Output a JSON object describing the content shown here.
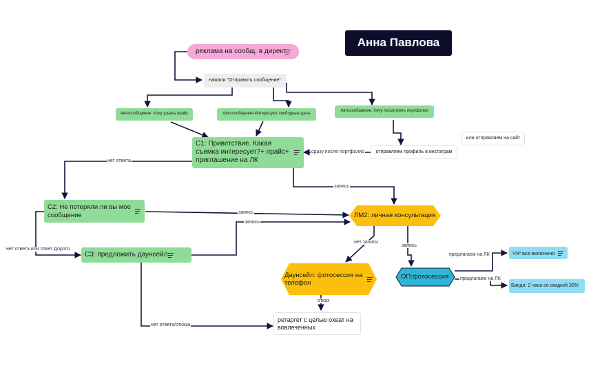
{
  "title": "Анна Павлова",
  "nodes": {
    "ad": "реклама на сообщ. в директ",
    "pressed": "нажали \"Отправить сообщение\"",
    "auto1": "Автосообщение: Хочу узнать прайс",
    "auto2": "Автосообщение:Интересуют свободные даты",
    "auto3": "Автосообщение: Хочу посмотреть портфолио",
    "c1": "С1: Приветствие. Какая съемка интересует?+ прайс+ приглашение на ЛК",
    "insta": "отправляем профиль в инстаграм",
    "site": "или отправляем на сайт",
    "c2": "С2: Не потеряли ли вы мое сообщение",
    "c3": "С3: предложить даунсейл",
    "lm2": "ЛМ2: личная консультация",
    "down": "Даунсейл: фотосессия на телефон",
    "op": "ОП:фотосессия",
    "vip": "VIP все включено",
    "bundle": "Бандл: 2 часа со скидкой 30%",
    "retarget": "ретаргет с целью охват на вовлеченных"
  },
  "edge_labels": {
    "after_portfolio": "сразу после портфолио",
    "no_answer": "нет ответа",
    "booking1": "запись",
    "booking2": "запись",
    "booking3": "запись",
    "booking4": "запись",
    "no_answer_or_expensive": "нет ответа или ответ Дорого",
    "no_booking": "нет записи",
    "refusal": "отказ",
    "no_answer_refusal": "нет ответа/отказа",
    "offer1": "предлагаем на ЛК",
    "offer2": "предлагаем на ЛК"
  },
  "colors": {
    "green": "#8fdc98",
    "pink": "#f6a8d6",
    "yellow": "#fcbf0d",
    "teal": "#2cb6d8",
    "light_blue": "#8fdcf5",
    "title_bg": "#0d0d2b",
    "line": "#14143a"
  }
}
